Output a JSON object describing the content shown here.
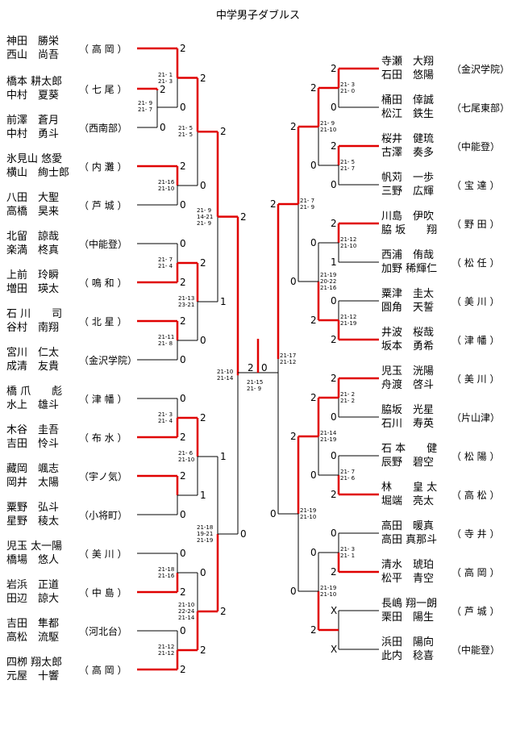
{
  "title": "中学男子ダブルス",
  "left_teams": [
    {
      "p1": "神田　勝栄",
      "p2": "西山　尚吾",
      "school": "（ 高 岡 ）"
    },
    {
      "p1": "橋本 耕太郎",
      "p2": "中村　夏葵",
      "school": "（ 七 尾 ）"
    },
    {
      "p1": "前澤　蒼月",
      "p2": "中村　勇斗",
      "school": "（西南部）"
    },
    {
      "p1": "氷見山 悠愛",
      "p2": "横山　絢士郎",
      "school": "（ 内 灘 ）"
    },
    {
      "p1": "八田　大聖",
      "p2": "高橋　昊来",
      "school": "（ 芦 城 ）"
    },
    {
      "p1": "北留　諒哉",
      "p2": "楽満　柊真",
      "school": "（中能登）"
    },
    {
      "p1": "上前　玲瞬",
      "p2": "増田　瑛太",
      "school": "（ 鳴 和 ）"
    },
    {
      "p1": "石 川　　司",
      "p2": "谷村　南翔",
      "school": "（ 北 星 ）"
    },
    {
      "p1": "宮川　仁太",
      "p2": "成清　友貴",
      "school": "（金沢学院）"
    },
    {
      "p1": "橋 爪　　彪",
      "p2": "水上　雄斗",
      "school": "（ 津 幡 ）"
    },
    {
      "p1": "木谷　圭吾",
      "p2": "吉田　怜斗",
      "school": "（ 布 水 ）"
    },
    {
      "p1": "藏岡　颯志",
      "p2": "岡井　太陽",
      "school": "（宇ノ気）"
    },
    {
      "p1": "粟野　弘斗",
      "p2": "星野　稜太",
      "school": "（小将町）"
    },
    {
      "p1": "児玉 太一陽",
      "p2": "橋場　悠人",
      "school": "（ 美 川 ）"
    },
    {
      "p1": "岩浜　正道",
      "p2": "田辺　諒大",
      "school": "（ 中 島 ）"
    },
    {
      "p1": "吉田　隼都",
      "p2": "高松　流駆",
      "school": "（河北台）"
    },
    {
      "p1": "四栁 翔太郎",
      "p2": "元屋　十響",
      "school": "（ 高 岡 ）"
    }
  ],
  "right_teams": [
    {
      "p1": "寺瀬　大翔",
      "p2": "石田　悠陽",
      "school": "（金沢学院）"
    },
    {
      "p1": "桶田　倖誠",
      "p2": "松江　鉄生",
      "school": "（七尾東部）"
    },
    {
      "p1": "桜井　健琉",
      "p2": "古澤　奏多",
      "school": "（中能登）"
    },
    {
      "p1": "帆苅　一歩",
      "p2": "三野　広輝",
      "school": "（ 宝 達 ）"
    },
    {
      "p1": "川島　伊吹",
      "p2": "脇 坂　　翔",
      "school": "（ 野 田 ）"
    },
    {
      "p1": "西浦　侑哉",
      "p2": "加野 稀輝仁",
      "school": "（ 松 任 ）"
    },
    {
      "p1": "粟津　圭太",
      "p2": "圓角　天誓",
      "school": "（ 美 川 ）"
    },
    {
      "p1": "井波　桜哉",
      "p2": "坂本　勇希",
      "school": "（ 津 幡 ）"
    },
    {
      "p1": "児玉　洸陽",
      "p2": "舟渡　啓斗",
      "school": "（ 美 川 ）"
    },
    {
      "p1": "脇坂　光星",
      "p2": "石川　寿英",
      "school": "（片山津）"
    },
    {
      "p1": "石 本　　健",
      "p2": "辰野　碧空",
      "school": "（ 松 陽 ）"
    },
    {
      "p1": "林　　皇 太",
      "p2": "堀端　亮太",
      "school": "（ 高 松 ）"
    },
    {
      "p1": "高田　暖真",
      "p2": "高田 真那斗",
      "school": "（ 寺 井 ）"
    },
    {
      "p1": "清水　琥珀",
      "p2": "松平　青空",
      "school": "（ 高 岡 ）"
    },
    {
      "p1": "長嶋 翔一朗",
      "p2": "栗田　陽生",
      "school": "（ 芦 城 ）"
    },
    {
      "p1": "浜田　陽向",
      "p2": "此内　稔喜",
      "school": "（中能登）"
    }
  ],
  "round_results": {
    "l_pre": [
      "2",
      "0"
    ],
    "l_r1": [
      "2",
      "0",
      "2",
      "0",
      "0",
      "2",
      "2",
      "0",
      "0",
      "2",
      "2",
      "0",
      "0",
      "2",
      "0",
      "2"
    ],
    "l_r2": [
      "2",
      "0",
      "2",
      "0",
      "2",
      "1",
      "0",
      "2"
    ],
    "l_r3": [
      "2",
      "1",
      "1",
      "2"
    ],
    "l_r4": [
      "2",
      "0"
    ],
    "center": [
      "2",
      "0"
    ],
    "r_r1": [
      "2",
      "0",
      "2",
      "0",
      "2",
      "1",
      "0",
      "2",
      "2",
      "0",
      "0",
      "2",
      "0",
      "2",
      "X",
      "X"
    ],
    "r_r2": [
      "2",
      "0",
      "0",
      "2",
      "2",
      "0",
      "0",
      "2"
    ],
    "r_r3": [
      "2",
      "0",
      "2",
      "0"
    ],
    "r_r4": [
      "2",
      "0"
    ]
  },
  "game_scores": {
    "l_pre": "21- 9\n21- 7",
    "l_r1": [
      "21- 1\n21- 3",
      "21-16\n21-10",
      "21- 7\n21- 4",
      "21-11\n21- 8",
      "21- 3\n21- 4",
      "",
      "21-18\n21-16",
      "21-12\n21-12"
    ],
    "l_r2": [
      "21- 5\n21- 5",
      "21-13\n23-21",
      "21- 6\n21-10",
      "21-10\n22-24\n21-14"
    ],
    "l_r3": [
      "21- 9\n14-21\n21- 9",
      "21-18\n19-21\n21-19"
    ],
    "l_sf": "21-10\n21-14",
    "final": "21-15\n21- 9",
    "r_r1": [
      "21- 3\n21- 0",
      "21- 5\n21- 7",
      "21-12\n21-10",
      "21-12\n21-19",
      "21- 2\n21- 2",
      "21- 7\n21- 6",
      "21- 3\n21- 1",
      ""
    ],
    "r_r2": [
      "21- 9\n21-10",
      "21-19\n20-22\n21-16",
      "21-14\n21-19",
      "21-19\n21-10"
    ],
    "r_r3": [
      "21- 7\n21- 9",
      "21-19\n21-10"
    ],
    "r_sf": "21-17\n21-12"
  }
}
